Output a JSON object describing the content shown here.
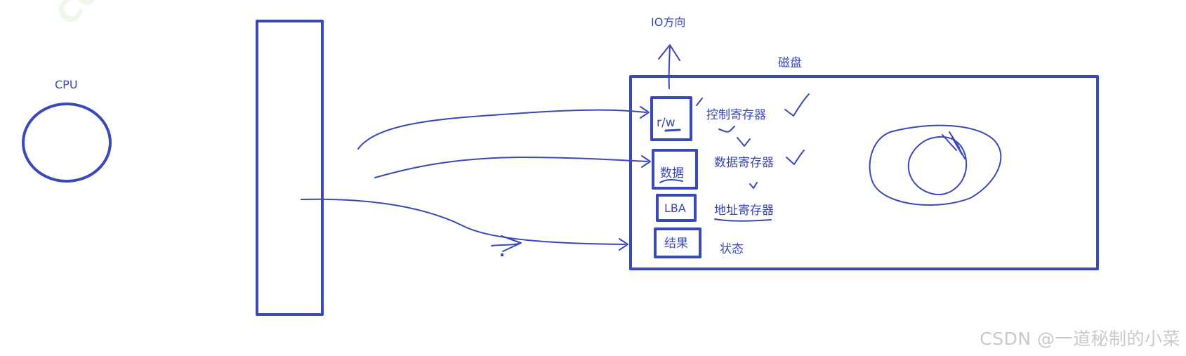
{
  "diagram": {
    "cpu_label": "CPU",
    "io_direction_label": "IO方向",
    "disk_label": "磁盘",
    "ports": {
      "rw": "r/w",
      "data": "数据",
      "lba": "LBA",
      "result": "结果"
    },
    "registers": {
      "control": "控制寄存器",
      "data": "数据寄存器",
      "address": "地址寄存器",
      "status": "状态"
    }
  },
  "corner_watermark": "CUE",
  "watermark": "CSDN @一道秘制的小菜",
  "colors": {
    "ink": "#3a48b8",
    "watermark": "#c9c9c9"
  }
}
